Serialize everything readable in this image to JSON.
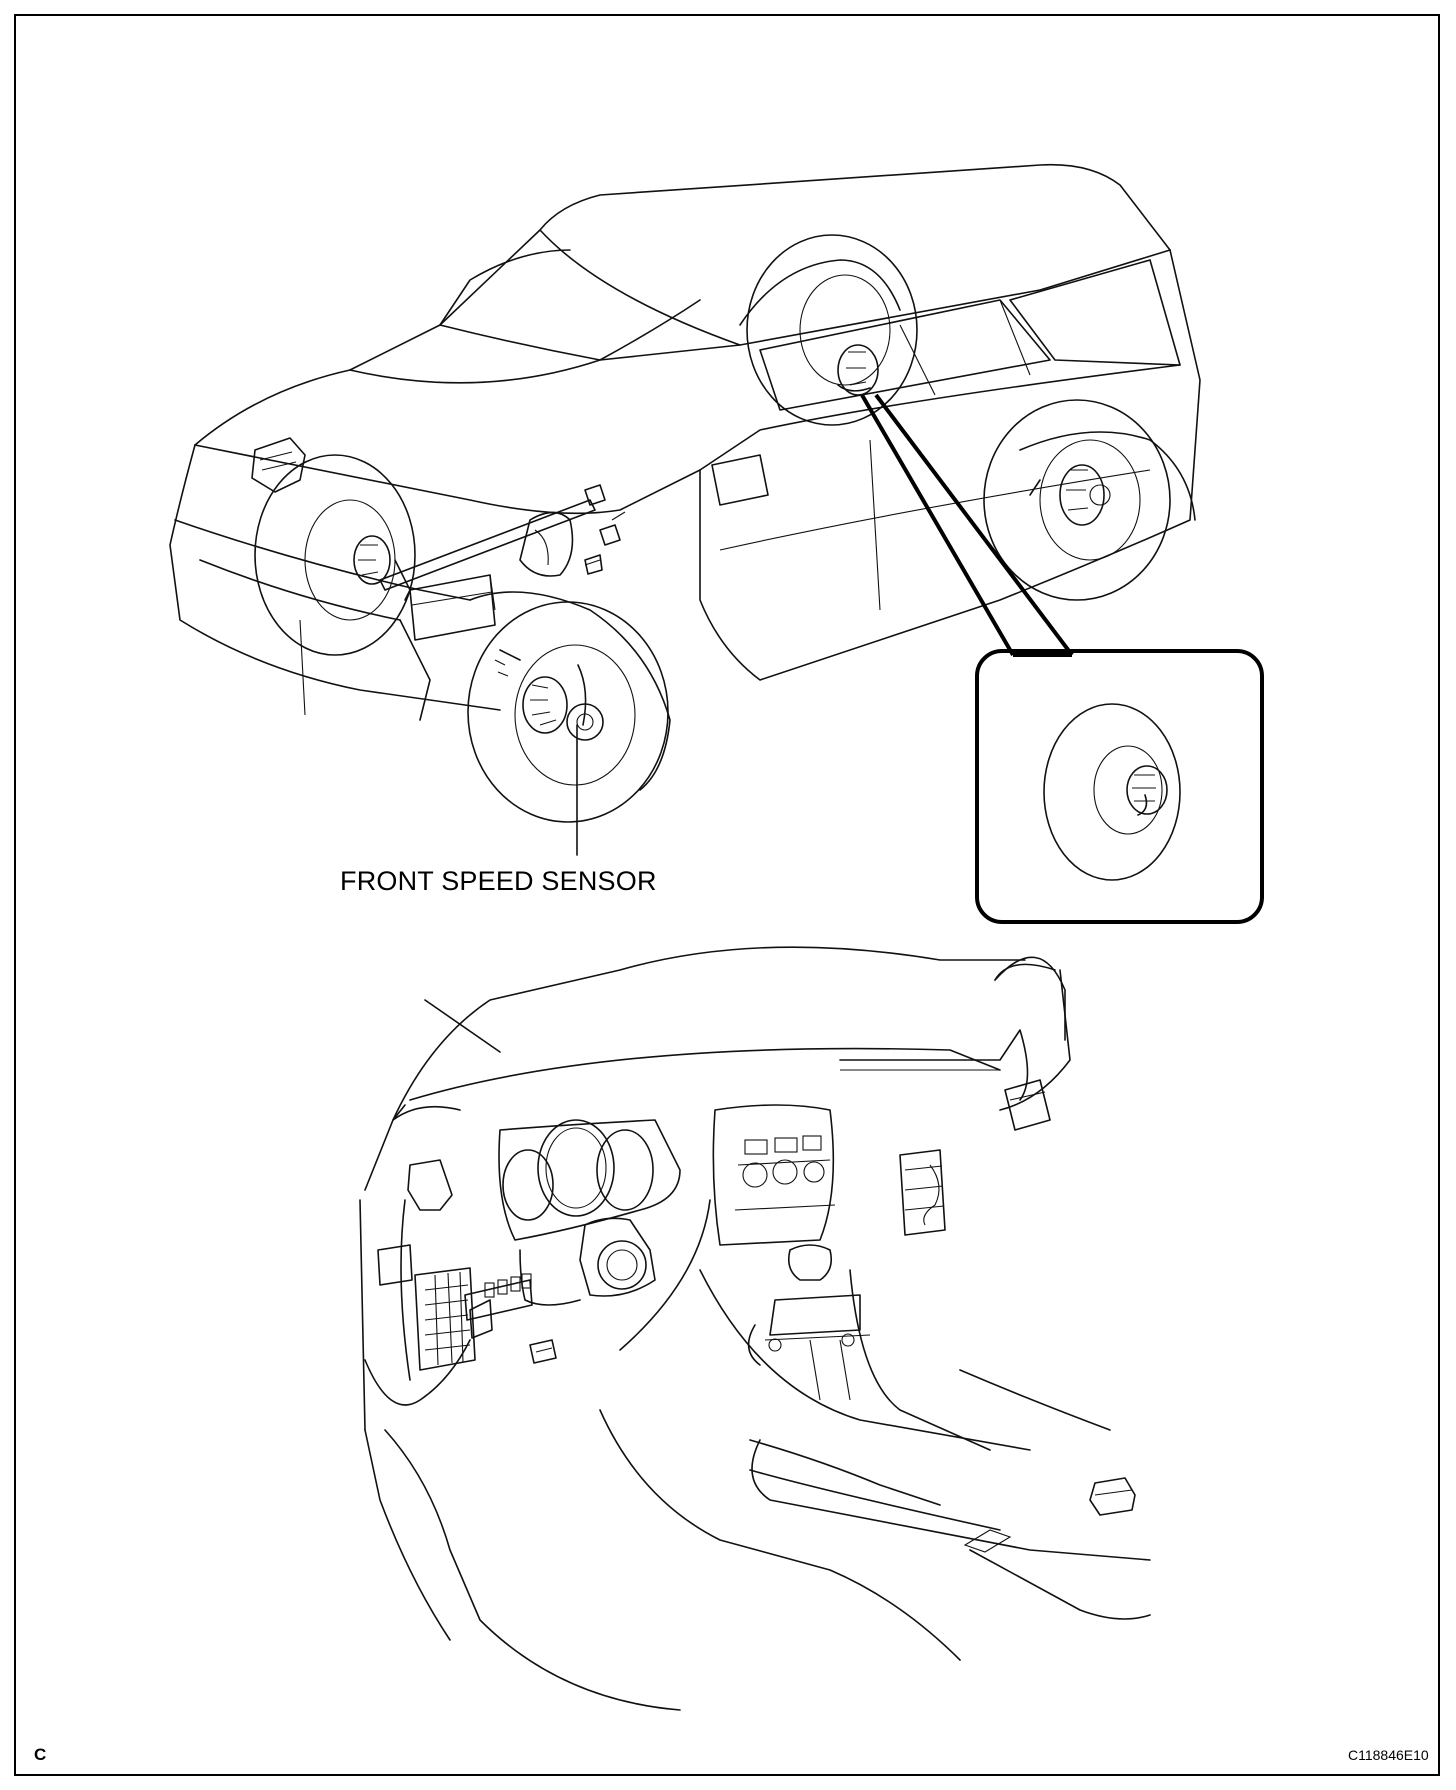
{
  "diagram": {
    "callout_label": "FRONT SPEED SENSOR",
    "corner_letter": "C",
    "figure_id": "C118846E10"
  }
}
